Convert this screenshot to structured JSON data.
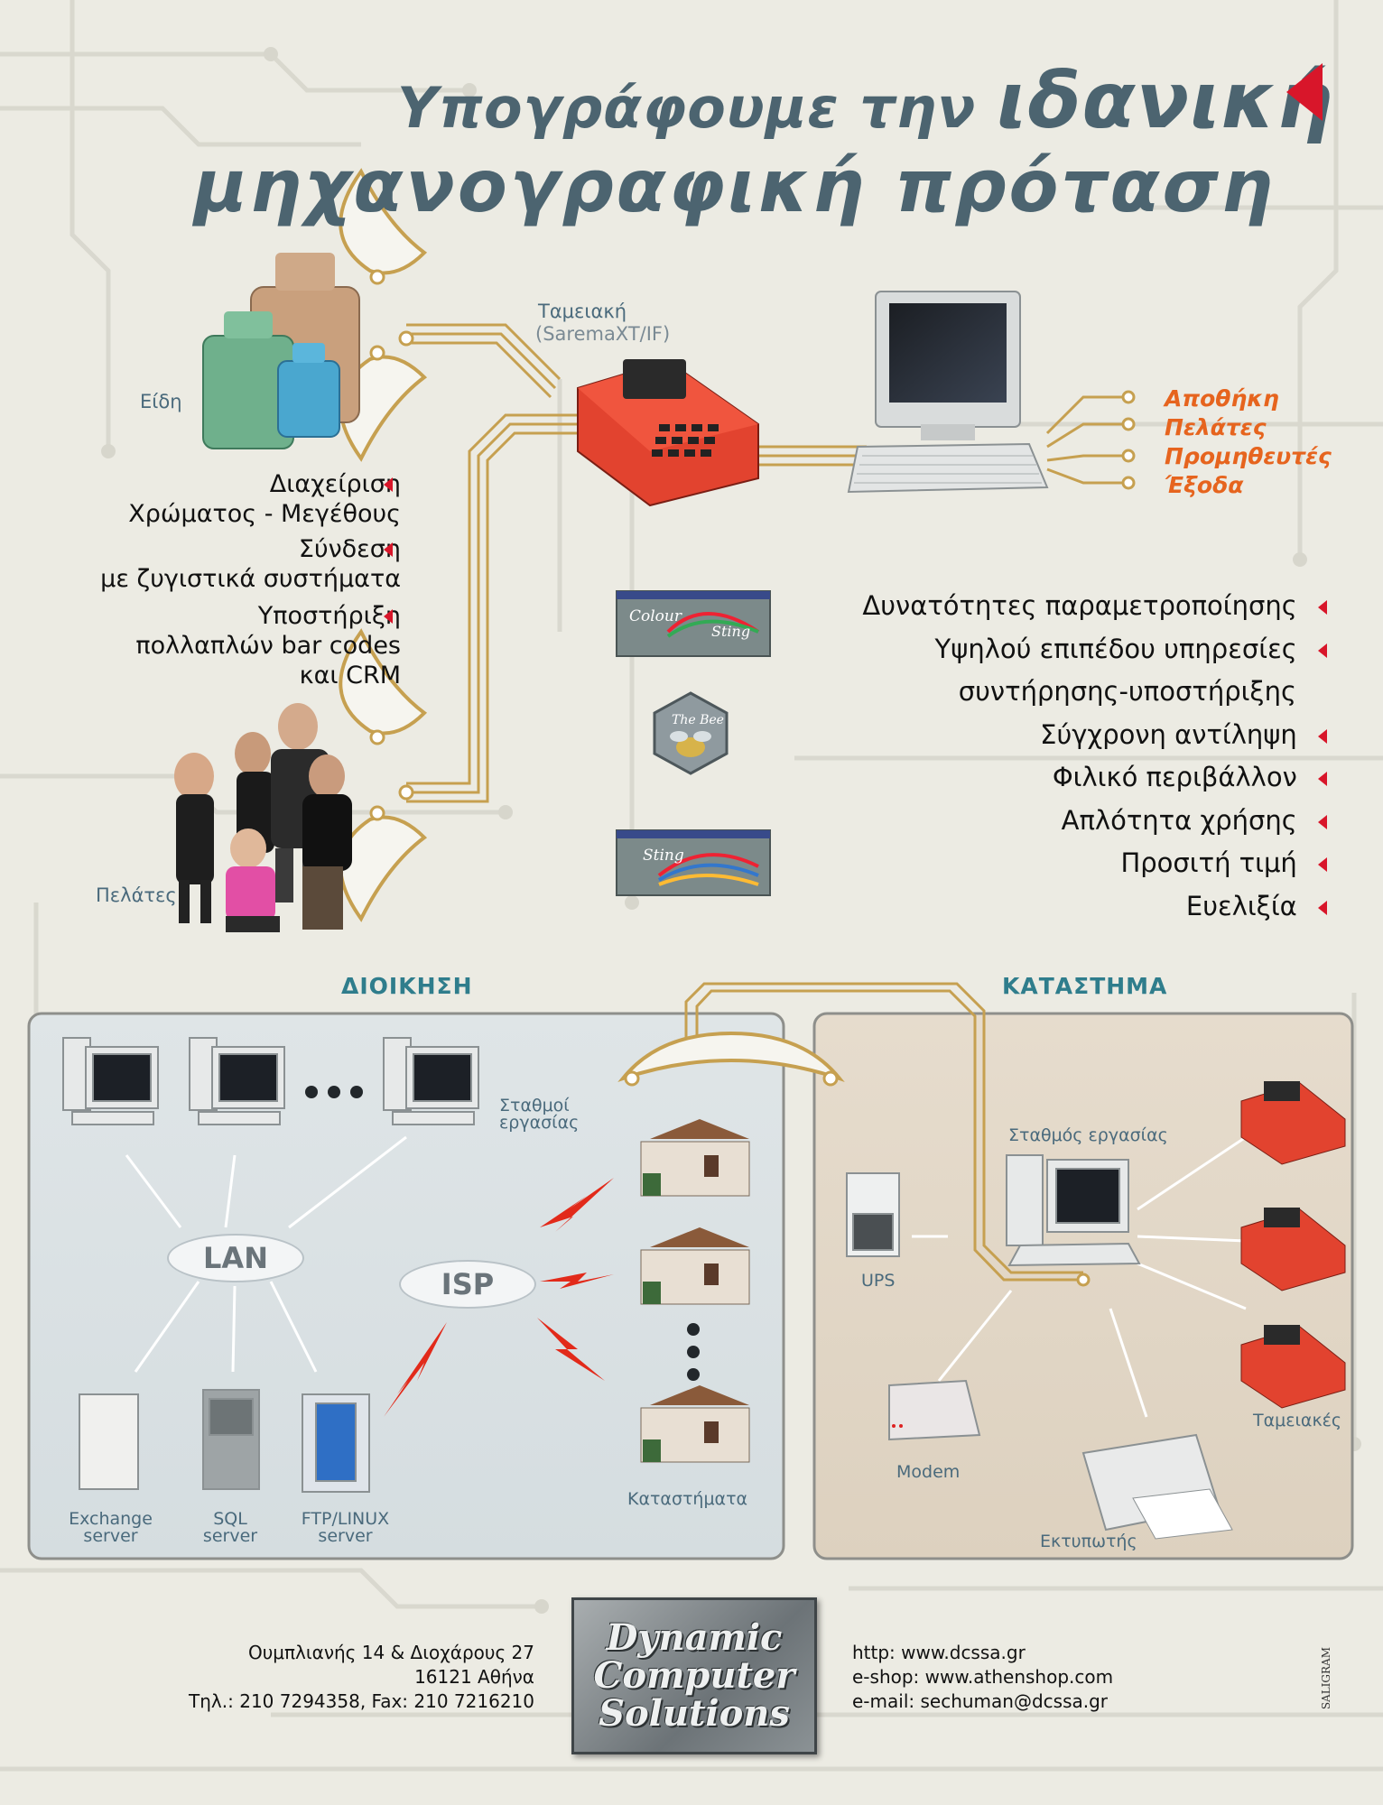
{
  "title": {
    "part1": "Υπογράφουμε την",
    "part1_big": "ιδανική",
    "part2": "μηχανογραφική πρόταση"
  },
  "top_left": {
    "items_label": "Είδη",
    "features": [
      {
        "line1": "Διαχείριση",
        "line2": "Χρώματος - Μεγέθους"
      },
      {
        "line1": "Σύνδεση",
        "line2": "με ζυγιστικά συστήματα"
      },
      {
        "line1": "Υποστήριξη",
        "line2": "πολλαπλών bar codes",
        "line3": "και CRM"
      }
    ],
    "customers_label": "Πελάτες"
  },
  "register": {
    "label": "Ταμειακή",
    "model": "(SaremaXT/IF)"
  },
  "modules": [
    "Αποθήκη",
    "Πελάτες",
    "Προμηθευτές",
    "Έξοδα"
  ],
  "products": [
    {
      "name": "Colour Sting",
      "line1": "Colour",
      "line2": "Sting"
    },
    {
      "name": "The Bee",
      "line1": "The Bee"
    },
    {
      "name": "Sting",
      "line1": "Sting"
    }
  ],
  "right_features": [
    "Δυνατότητες παραμετροποίησης",
    "Υψηλού επιπέδου υπηρεσίες",
    "συντήρησης-υποστήριξης",
    "Σύγχρονη αντίληψη",
    "Φιλικό περιβάλλον",
    "Απλότητα χρήσης",
    "Προσιτή τιμή",
    "Ευελιξία"
  ],
  "admin": {
    "heading": "ΔΙΟΙΚΗΣΗ",
    "workstations": "Σταθμοί εργασίας",
    "lan": "LAN",
    "isp": "ISP",
    "servers": [
      {
        "line1": "Exchange",
        "line2": "server"
      },
      {
        "line1": "SQL",
        "line2": "server"
      },
      {
        "line1": "FTP/LINUX",
        "line2": "server"
      }
    ],
    "stores": "Καταστήματα"
  },
  "store": {
    "heading": "ΚΑΤΑΣΤΗΜΑ",
    "workstation": "Σταθμός εργασίας",
    "ups": "UPS",
    "modem": "Modem",
    "printer": "Εκτυπωτής",
    "registers": "Ταμειακές"
  },
  "footer": {
    "address1": "Ουμπλιανής 14 & Διοχάρους 27",
    "address2": "16121 Αθήνα",
    "phone": "Τηλ.: 210 7294358, Fax: 210 7216210",
    "logo": [
      "Dynamic",
      "Computer",
      "Solutions"
    ],
    "web": "http: www.dcssa.gr",
    "shop": "e-shop: www.athenshop.com",
    "email": "e-mail: sechuman@dcssa.gr",
    "credit": "SALIGRAM"
  },
  "colors": {
    "accent": "#d8162a",
    "module_orange": "#e6641e",
    "title": "#4c6470",
    "trace_gold": "#d8b560"
  }
}
